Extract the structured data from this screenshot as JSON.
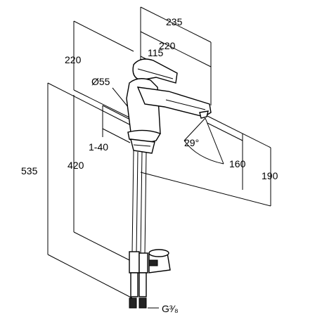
{
  "dimensions": {
    "top_width_outer": "235",
    "top_width_inner": "220",
    "handle_offset": "115",
    "height_to_lever": "220",
    "body_diameter": "Ø55",
    "deck_thickness": "1-40",
    "overall_height": "535",
    "height_below_spout": "420",
    "swivel_angle": "29°",
    "spout_clearance": "160",
    "spout_height": "190",
    "connection": "G³⁄₈"
  },
  "colors": {
    "line": "#000000",
    "background": "#ffffff"
  }
}
